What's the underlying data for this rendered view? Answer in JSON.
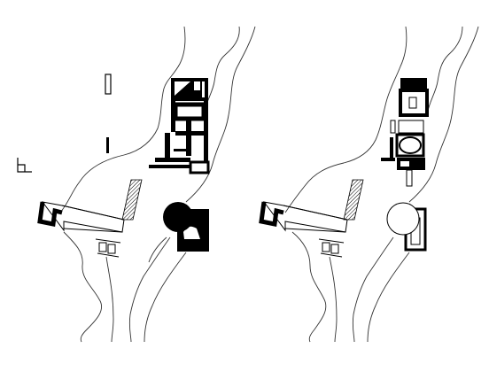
{
  "diagram": {
    "kind": "architectural-site-plan-pair",
    "panels": [
      "left-plan-solid",
      "right-plan-outline"
    ],
    "colors": {
      "background": "#ffffff",
      "ink": "#000000",
      "contour": "#333333"
    }
  }
}
